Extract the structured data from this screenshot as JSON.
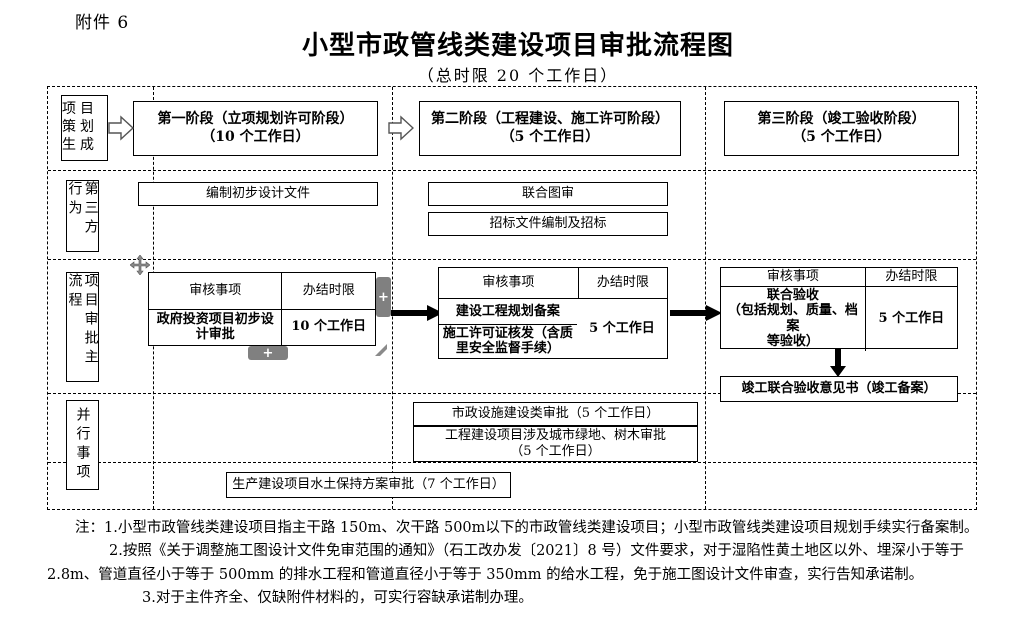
{
  "header": {
    "attachment_label": "附件 6",
    "title": "小型市政管线类建设项目审批流程图",
    "subtitle": "（总时限 20 个工作日）"
  },
  "stage_labels": {
    "row1": "项目策划生成",
    "row2": "第三方行为",
    "row3": "项目审批主流程",
    "row4": "并行事项"
  },
  "phases": [
    {
      "name": "第一阶段（立项规划许可阶段）",
      "duration": "（10 个工作日）"
    },
    {
      "name": "第二阶段（工程建设、施工许可阶段）",
      "duration": "（5 个工作日）"
    },
    {
      "name": "第三阶段（竣工验收阶段）",
      "duration": "（5 个工作日）"
    }
  ],
  "third_party": {
    "col1": [
      "编制初步设计文件"
    ],
    "col2": [
      "联合图审",
      "招标文件编制及招标"
    ]
  },
  "main_process": {
    "headers": {
      "item": "审核事项",
      "limit": "办结时限"
    },
    "stage1": {
      "items": [
        "政府投资项目初步设计审批"
      ],
      "limit": "10 个工作日"
    },
    "stage2": {
      "items": [
        "建设工程规划备案",
        "施工许可证核发（含质里安全监督手续）"
      ],
      "limit": "5 个工作日"
    },
    "stage3": {
      "items": [
        "联合验收\n（包括规划、质量、档案\n等验收）"
      ],
      "limit": "5 个工作日",
      "result": "竣工联合验收意见书（竣工备案）"
    }
  },
  "parallel_items": {
    "upper": [
      "市政设施建设类审批（5 个工作日）",
      "工程建设项目涉及城市绿地、树木审批\n（5 个工作日）"
    ],
    "lower": "生产建设项目水土保持方案审批（7 个工作日）"
  },
  "notes": {
    "prefix": "注：",
    "line1": "1.小型市政管线类建设项目指主干路 150m、次干路 500m以下的市政管线类建设项目；小型市政管线类建设项目规划手续实行备案制。",
    "line2a": "2.按照《关于调整施工图设计文件免审范围的通知》（石工改办发〔2021〕8 号）文件要求，对于湿陷性黄土地区以外、埋深小于等于",
    "line2b": "2.8m、管道直径小于等于 500mm 的排水工程和管道直径小于等于 350mm 的给水工程，免于施工图设计文件审查，实行告知承诺制。",
    "line3": "3.对于主件齐全、仅缺附件材料的，可实行容缺承诺制办理。"
  },
  "handles": {
    "plus_label": "+",
    "move_handle": "move-handle",
    "resize_handle": "resize-handle"
  },
  "colors": {
    "ink": "#000000",
    "handle_gray": "#808080",
    "background": "#ffffff"
  }
}
